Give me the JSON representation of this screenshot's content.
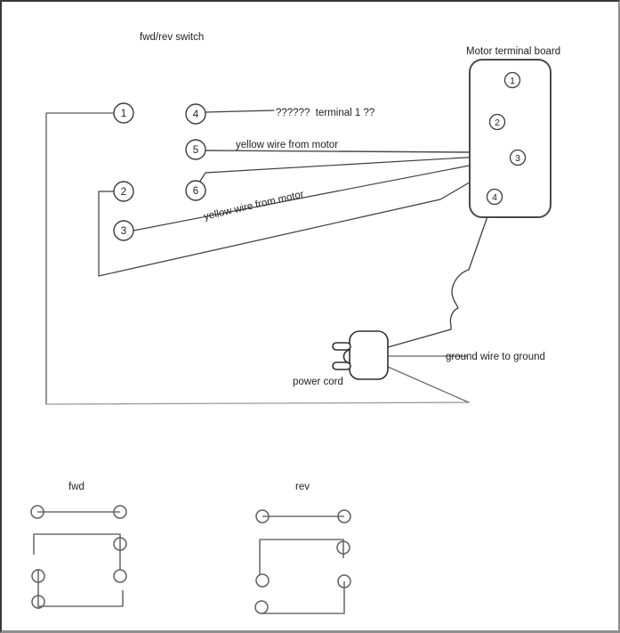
{
  "diagram": {
    "switch_title": "fwd/rev switch",
    "board_title": "Motor terminal board",
    "labels": {
      "terminal_question": "??????  terminal 1 ??",
      "yellow_wire_top": "yellow wire from motor",
      "yellow_wire_rotated": "yellow wire from motor",
      "ground_wire": "ground wire to ground",
      "power_cord": "power cord",
      "fwd": "fwd",
      "rev": "rev"
    },
    "switch_terminals": [
      "1",
      "2",
      "3",
      "4",
      "5",
      "6"
    ],
    "board_terminals": [
      "1",
      "2",
      "3",
      "4"
    ],
    "colors": {
      "line_dark": "#3c3c3c",
      "line_medium": "#5a5a5a",
      "line_gray": "#9a9a9a",
      "ground_line": "#7d7d7d",
      "bottom_diagram_line": "#6e6e6e",
      "text": "#1f1f1f"
    }
  }
}
